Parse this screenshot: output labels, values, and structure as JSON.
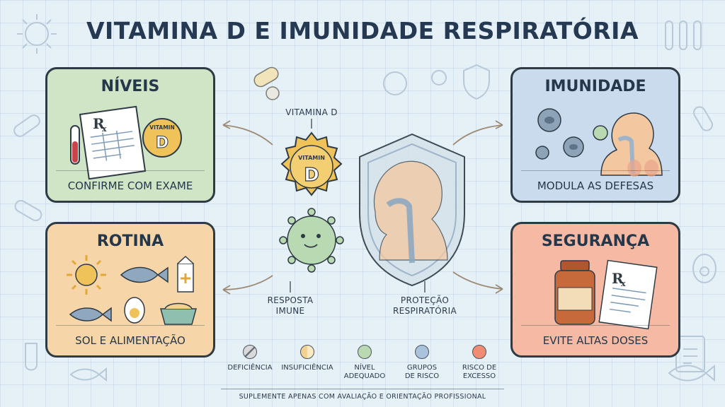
{
  "title": "VITAMINA D E IMUNIDADE RESPIRATÓRIA",
  "cards": {
    "niveis": {
      "title": "NÍVEIS",
      "label": "CONFIRME COM EXAME",
      "vitamin_badge_top": "VITAMIN",
      "vitamin_badge_letter": "D",
      "rx": "R"
    },
    "imunidade": {
      "title": "IMUNIDADE",
      "label": "MODULA AS DEFESAS"
    },
    "rotina": {
      "title": "ROTINA",
      "label": "SOL E ALIMENTAÇÃO"
    },
    "seguranca": {
      "title": "SEGURANÇA",
      "label": "EVITE ALTAS DOSES",
      "rx": "R"
    }
  },
  "center": {
    "vitamin_label": "VITAMINA D",
    "vitamin_badge_top": "VITAMIN",
    "vitamin_badge_letter": "D",
    "immune_label_1": "RESPOSTA",
    "immune_label_2": "IMUNE",
    "protection_label_1": "PROTEÇÃO",
    "protection_label_2": "RESPIRATÓRIA"
  },
  "legend": [
    {
      "line1": "DEFICIÊNCIA",
      "line2": "",
      "color": "#d9d9d9"
    },
    {
      "line1": "INSUFICIÊNCIA",
      "line2": "",
      "color": "#f3d28f"
    },
    {
      "line1": "NÍVEL",
      "line2": "ADEQUADO",
      "color": "#b9d9b3"
    },
    {
      "line1": "GRUPOS",
      "line2": "DE RISCO",
      "color": "#a9c3dd"
    },
    {
      "line1": "RISCO DE",
      "line2": "EXCESSO",
      "color": "#f08c74"
    }
  ],
  "footer": "SUPLEMENTE APENAS COM AVALIAÇÃO E ORIENTAÇÃO PROFISSIONAL",
  "colors": {
    "niveis": "#cfe5c6",
    "imunidade": "#cadbee",
    "rotina": "#f6d6a8",
    "seguranca": "#f5b9a4",
    "gold": "#f0c35a",
    "outline": "#2f3b44"
  }
}
